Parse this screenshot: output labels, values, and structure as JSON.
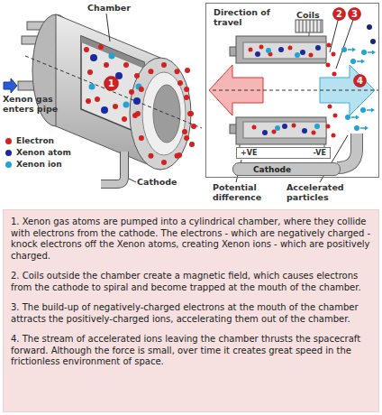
{
  "diagram": {
    "nodes": [
      {
        "text": [
          "1"
        ]
      },
      {
        "text": [
          "Direction of travel",
          "Coils"
        ]
      },
      {
        "text": [
          "2"
        ],
        "in": 1
      },
      {
        "text": [
          "3"
        ],
        "in": 1
      },
      {
        "text": [
          "4"
        ],
        "in": 1
      },
      {
        "text": [
          "+VE",
          "-VE"
        ],
        "in": 1
      },
      {
        "text": [
          "Cathode"
        ],
        "in": 1
      },
      {
        "text": [
          "1. Xenon gas atoms are pumped into a cylindrical chamber, where they collide with electrons from the cathode. The electrons - which are negatively charged - knock electrons off the Xenon atoms, creating Xenon ions - which are positively charged.",
          "2. Coils outside the chamber create a magnetic field, which causes electrons from the cathode to spiral and become trapped at the mouth of the chamber.",
          "3. The build-up of negatively-charged electrons at the mouth of the chamber attracts the positively-charged ions, accelerating them out of the chamber.",
          "4. The stream of accelerated ions leaving the chamber thrusts the spacecraft forward. Although the force is small, over time it creates great speed in the frictionless environment of space."
        ]
      }
    ],
    "labels": [
      "Chamber",
      "Xenon gas enters pipe",
      "Cathode",
      "Potential difference",
      "Accelerated particles"
    ],
    "legend": [
      {
        "text": "Electron",
        "color": "#d42020"
      },
      {
        "text": "Xenon atom",
        "color": "#1c2a9c"
      },
      {
        "text": "Xenon ion",
        "color": "#21a3d6"
      }
    ]
  }
}
